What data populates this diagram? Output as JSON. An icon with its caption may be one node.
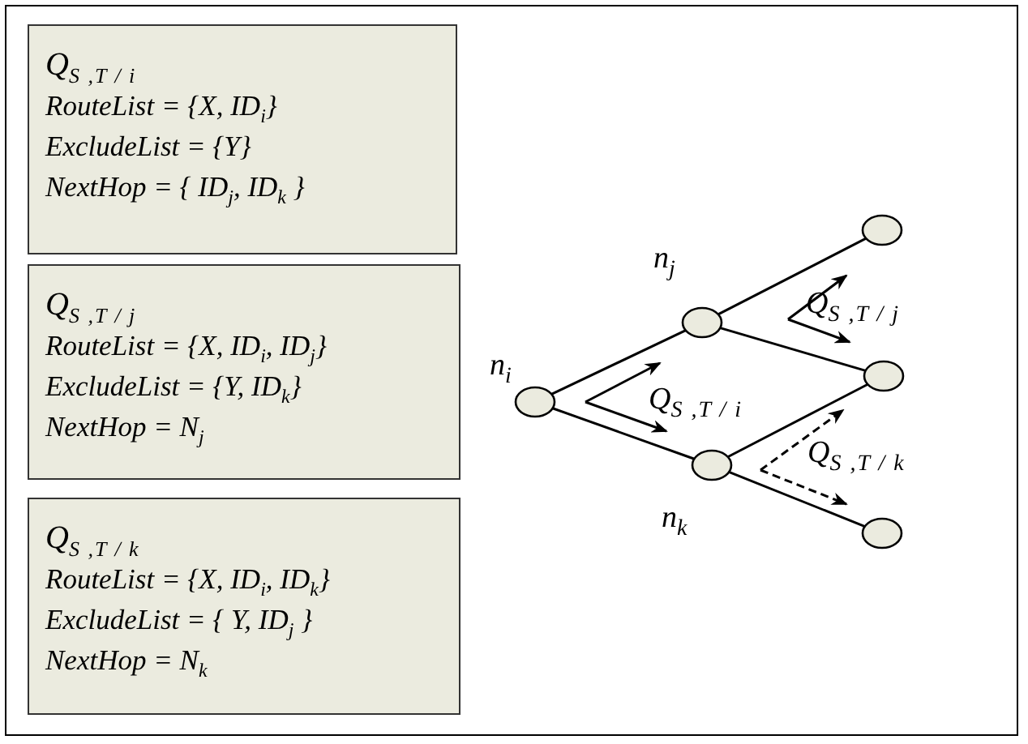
{
  "diagram": {
    "nodes": [
      {
        "text": [
          "Q$_{S ,T / i}$",
          "RouteList = {X, ID$_{i}$}",
          "ExcludeList = {Y}",
          "NextHop = { ID$_{j}$, ID$_{k}$ }"
        ]
      },
      {
        "text": [
          "Q$_{S ,T / j}$",
          "RouteList = {X, ID$_{i}$, ID$_{j}$}",
          "ExcludeList = {Y, ID$_{k}$}",
          "NextHop = N$_{j}$"
        ]
      },
      {
        "text": [
          "Q$_{S ,T / k}$",
          "RouteList = {X, ID$_{i}$, ID$_{k}$}",
          "ExcludeList = { Y, ID$_{j}$ }",
          "NextHop = N$_{k}$"
        ]
      },
      {
        "text": [],
        "shape": "circle",
        "beside": [
          "n$_{i}$"
        ]
      },
      {
        "text": [],
        "shape": "circle",
        "beside": [
          "n$_{j}$"
        ]
      },
      {
        "text": [],
        "shape": "circle",
        "beside": [
          "n$_{k}$"
        ]
      },
      {
        "text": [],
        "shape": "circle"
      },
      {
        "text": [],
        "shape": "circle"
      },
      {
        "text": [],
        "shape": "circle"
      }
    ],
    "edges": [
      {
        "from": 3,
        "to": 4,
        "arrow": "none"
      },
      {
        "from": 3,
        "to": 5,
        "arrow": "none"
      },
      {
        "from": 4,
        "to": 6,
        "arrow": "none"
      },
      {
        "from": 4,
        "to": 7,
        "arrow": "none"
      },
      {
        "from": 5,
        "to": 7,
        "arrow": "none"
      },
      {
        "from": 5,
        "to": 8,
        "arrow": "none"
      }
    ],
    "labels": [
      "Q$_{S ,T / j}$",
      "Q$_{S ,T / i}$",
      "Q$_{S ,T / k}$"
    ]
  }
}
